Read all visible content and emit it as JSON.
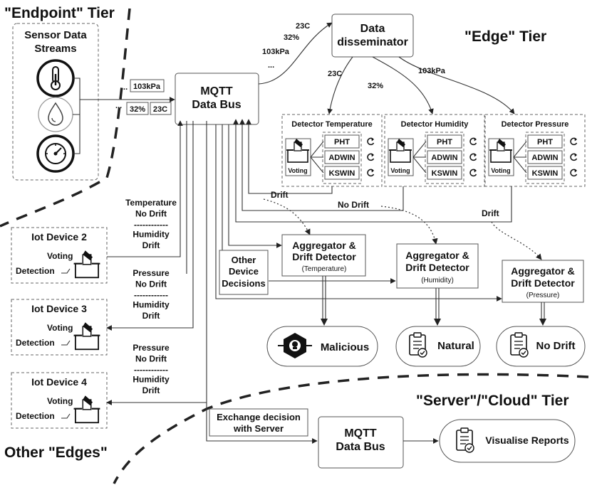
{
  "tiers": {
    "endpoint": "\"Endpoint\" Tier",
    "edge": "\"Edge\" Tier",
    "server": "\"Server\"/\"Cloud\" Tier",
    "other": "Other \"Edges\""
  },
  "sensor": {
    "title_line1": "Sensor Data",
    "title_line2": "Streams",
    "icons": [
      "thermometer-icon",
      "humidity-drop-icon",
      "pressure-gauge-icon"
    ]
  },
  "stream_values": {
    "pressure": "103kPa",
    "humidity": "32%",
    "temperature": "23C",
    "ellipsis": "..."
  },
  "mqtt_edge": {
    "line1": "MQTT",
    "line2": "Data Bus"
  },
  "disseminator": {
    "line1": "Data",
    "line2": "disseminator"
  },
  "detectors": [
    {
      "title": "Detector Temperature",
      "voting": "Voting",
      "methods": [
        "PHT",
        "ADWIN",
        "KSWIN"
      ]
    },
    {
      "title": "Detector Humidity",
      "voting": "Voting",
      "methods": [
        "PHT",
        "ADWIN",
        "KSWIN"
      ]
    },
    {
      "title": "Detector Pressure",
      "voting": "Voting",
      "methods": [
        "PHT",
        "ADWIN",
        "KSWIN"
      ]
    }
  ],
  "detector_results": {
    "temperature": "Drift",
    "humidity": "No Drift",
    "pressure": "Drift"
  },
  "iot_devices": [
    {
      "title": "Iot Device 2",
      "voting": "Voting",
      "detection": "Detection"
    },
    {
      "title": "Iot Device 3",
      "voting": "Voting",
      "detection": "Detection"
    },
    {
      "title": "Iot Device 4",
      "voting": "Voting",
      "detection": "Detection"
    }
  ],
  "device_messages": [
    {
      "line1": "Temperature",
      "line2": "No Drift",
      "sep": "------------",
      "line3": "Humidity",
      "line4": "Drift"
    },
    {
      "line1": "Pressure",
      "line2": "No Drift",
      "sep": "------------",
      "line3": "Humidity",
      "line4": "Drift"
    },
    {
      "line1": "Pressure",
      "line2": "No Drift",
      "sep": "------------",
      "line3": "Humidity",
      "line4": "Drift"
    }
  ],
  "other_decisions": {
    "line1": "Other",
    "line2": "Device",
    "line3": "Decisions"
  },
  "aggregators": [
    {
      "line1": "Aggregator &",
      "line2": "Drift Detector",
      "sub": "(Temperature)"
    },
    {
      "line1": "Aggregator &",
      "line2": "Drift Detector",
      "sub": "(Humidity)"
    },
    {
      "line1": "Aggregator &",
      "line2": "Drift Detector",
      "sub": "(Pressure)"
    }
  ],
  "outcomes": [
    {
      "label": "Malicious",
      "icon": "malware-bug-icon"
    },
    {
      "label": "Natural",
      "icon": "report-clipboard-icon"
    },
    {
      "label": "No Drift",
      "icon": "report-clipboard-icon"
    }
  ],
  "exchange": {
    "line1": "Exchange decision",
    "line2": "with Server"
  },
  "mqtt_server": {
    "line1": "MQTT",
    "line2": "Data Bus"
  },
  "visualise": {
    "label": "Visualise Reports",
    "icon": "report-clipboard-icon"
  }
}
